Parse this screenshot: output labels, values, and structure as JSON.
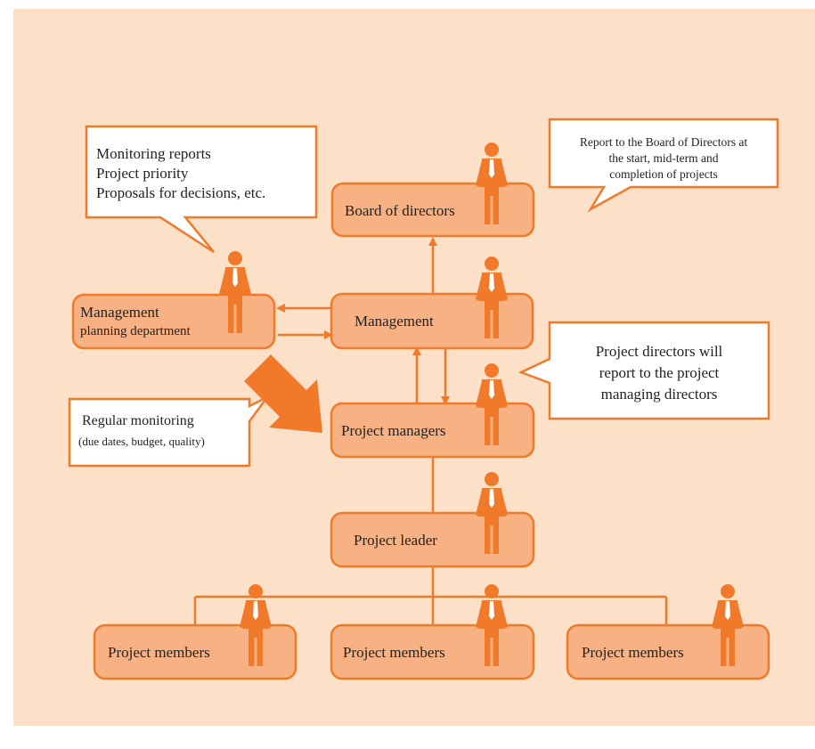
{
  "colors": {
    "background": "#fde0c8",
    "box_fill": "#f7b182",
    "box_stroke": "#f07a2a",
    "connector": "#f07a2a",
    "person": "#f07a2a",
    "callout_fill": "#ffffff",
    "callout_stroke": "#f07a2a",
    "text": "#222222"
  },
  "nodes": {
    "board": "Board of directors",
    "management": "Management",
    "planning_line1": "Management",
    "planning_line2": "planning department",
    "managers": "Project managers",
    "leader": "Project leader",
    "members": [
      "Project members",
      "Project members",
      "Project members"
    ]
  },
  "callouts": {
    "monitoring": [
      "Monitoring reports",
      "Project priority",
      "Proposals for decisions, etc."
    ],
    "board_report": [
      "Report to the Board of Directors at",
      "the start, mid-term and",
      "completion of projects"
    ],
    "directors_report": [
      "Project directors will",
      "report to the project",
      "managing directors"
    ],
    "regular": {
      "line1": "Regular monitoring",
      "line2": "(due dates, budget, quality)"
    }
  },
  "icons": {
    "person": "person-icon",
    "arrow": "arrow-icon",
    "big_arrow": "big-arrow-icon"
  }
}
